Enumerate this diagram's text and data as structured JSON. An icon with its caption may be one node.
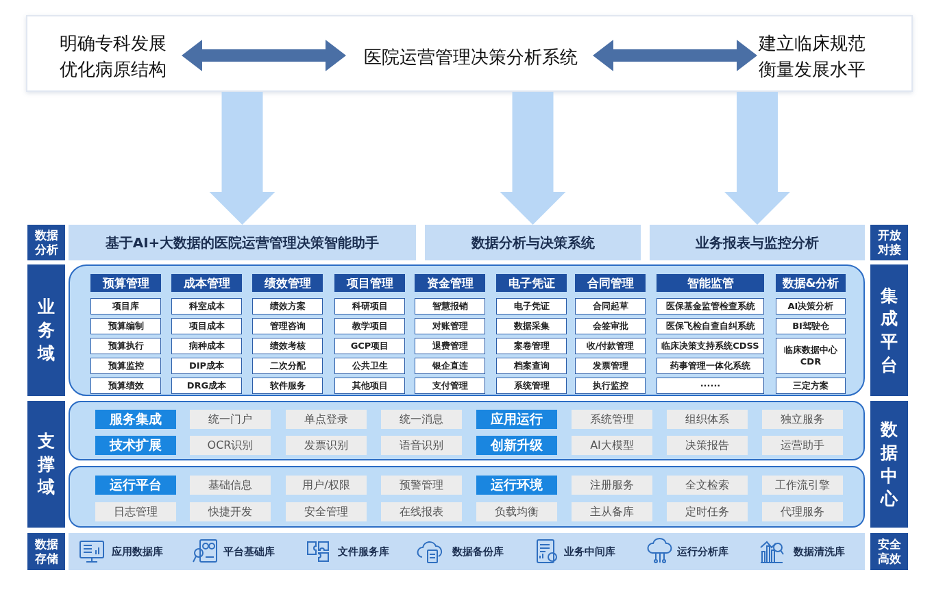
{
  "diagram": {
    "nodes": [
      {
        "text": [],
        "shape": "box"
      },
      {
        "text": [
          "明确专科发展优化病原结构"
        ],
        "in": 0
      },
      {
        "text": [
          "医院运营管理决策分析系统"
        ],
        "in": 0
      },
      {
        "text": [
          "建立临床规范衡量发展水平"
        ],
        "in": 0
      },
      {
        "text": [
          "数据分析"
        ]
      },
      {
        "text": [
          "基于AI+大数据的医院运营管理决策智能助手"
        ]
      },
      {
        "text": [
          "数据分析与决策系统"
        ]
      },
      {
        "text": [
          "业务报表与监控分析"
        ]
      },
      {
        "text": [
          "开放对接"
        ]
      },
      {
        "text": [
          "业务域"
        ]
      },
      {
        "text": [],
        "shape": "box"
      },
      {
        "text": [
          "预算管理"
        ],
        "in": 10
      },
      {
        "text": [
          "项目库"
        ],
        "in": 10
      },
      {
        "text": [
          "预算编制"
        ],
        "in": 10
      },
      {
        "text": [
          "预算执行"
        ],
        "in": 10
      },
      {
        "text": [
          "预算监控"
        ],
        "in": 10
      },
      {
        "text": [
          "预算绩效"
        ],
        "in": 10
      },
      {
        "text": [
          "成本管理"
        ],
        "in": 10
      },
      {
        "text": [
          "科室成本"
        ],
        "in": 10
      },
      {
        "text": [
          "项目成本"
        ],
        "in": 10
      },
      {
        "text": [
          "病种成本"
        ],
        "in": 10
      },
      {
        "text": [
          "DIP成本"
        ],
        "in": 10
      },
      {
        "text": [
          "DRG成本"
        ],
        "in": 10
      },
      {
        "text": [
          "绩效管理"
        ],
        "in": 10
      },
      {
        "text": [
          "绩效方案"
        ],
        "in": 10
      },
      {
        "text": [
          "管理咨询"
        ],
        "in": 10
      },
      {
        "text": [
          "绩效考核"
        ],
        "in": 10
      },
      {
        "text": [
          "二次分配"
        ],
        "in": 10
      },
      {
        "text": [
          "软件服务"
        ],
        "in": 10
      },
      {
        "text": [
          "项目管理"
        ],
        "in": 10
      },
      {
        "text": [
          "科研项目"
        ],
        "in": 10
      },
      {
        "text": [
          "教学项目"
        ],
        "in": 10
      },
      {
        "text": [
          "GCP项目"
        ],
        "in": 10
      },
      {
        "text": [
          "公共卫生"
        ],
        "in": 10
      },
      {
        "text": [
          "其他项目"
        ],
        "in": 10
      },
      {
        "text": [
          "资金管理"
        ],
        "in": 10
      },
      {
        "text": [
          "智慧报销"
        ],
        "in": 10
      },
      {
        "text": [
          "对账管理"
        ],
        "in": 10
      },
      {
        "text": [
          "退费管理"
        ],
        "in": 10
      },
      {
        "text": [
          "银企直连"
        ],
        "in": 10
      },
      {
        "text": [
          "支付管理"
        ],
        "in": 10
      },
      {
        "text": [
          "电子凭证"
        ],
        "in": 10
      },
      {
        "text": [
          "电子凭证"
        ],
        "in": 10
      },
      {
        "text": [
          "数据采集"
        ],
        "in": 10
      },
      {
        "text": [
          "案卷管理"
        ],
        "in": 10
      },
      {
        "text": [
          "档案查询"
        ],
        "in": 10
      },
      {
        "text": [
          "系统管理"
        ],
        "in": 10
      },
      {
        "text": [
          "合同管理"
        ],
        "in": 10
      },
      {
        "text": [
          "合同起草"
        ],
        "in": 10
      },
      {
        "text": [
          "会签审批"
        ],
        "in": 10
      },
      {
        "text": [
          "收/付款管理"
        ],
        "in": 10
      },
      {
        "text": [
          "发票管理"
        ],
        "in": 10
      },
      {
        "text": [
          "执行监控"
        ],
        "in": 10
      },
      {
        "text": [
          "智能监管"
        ],
        "in": 10
      },
      {
        "text": [
          "医保基金监管检查系统"
        ],
        "in": 10
      },
      {
        "text": [
          "医保飞检自查自纠系统"
        ],
        "in": 10
      },
      {
        "text": [
          "临床决策支持系统CDSS"
        ],
        "in": 10
      },
      {
        "text": [
          "药事管理一体化系统"
        ],
        "in": 10
      },
      {
        "text": [
          "······"
        ],
        "in": 10
      },
      {
        "text": [
          "数据&分析"
        ],
        "in": 10
      },
      {
        "text": [
          "AI决策分析"
        ],
        "in": 10
      },
      {
        "text": [
          "BI驾驶仓"
        ],
        "in": 10
      },
      {
        "text": [
          "临床数据中心 CDR"
        ],
        "in": 10
      },
      {
        "text": [
          "三定方案"
        ],
        "in": 10
      },
      {
        "text": [
          "集成平台"
        ]
      },
      {
        "text": [
          "支撑域"
        ]
      },
      {
        "text": [],
        "shape": "box"
      },
      {
        "text": [
          "服务集成"
        ],
        "in": 66
      },
      {
        "text": [
          "统一门户"
        ],
        "in": 66
      },
      {
        "text": [
          "单点登录"
        ],
        "in": 66
      },
      {
        "text": [
          "统一消息"
        ],
        "in": 66
      },
      {
        "text": [
          "应用运行"
        ],
        "in": 66
      },
      {
        "text": [
          "系统管理"
        ],
        "in": 66
      },
      {
        "text": [
          "组织体系"
        ],
        "in": 66
      },
      {
        "text": [
          "独立服务"
        ],
        "in": 66
      },
      {
        "text": [
          "技术扩展"
        ],
        "in": 66
      },
      {
        "text": [
          "OCR识别"
        ],
        "in": 66
      },
      {
        "text": [
          "发票识别"
        ],
        "in": 66
      },
      {
        "text": [
          "语音识别"
        ],
        "in": 66
      },
      {
        "text": [
          "创新升级"
        ],
        "in": 66
      },
      {
        "text": [
          "AI大模型"
        ],
        "in": 66
      },
      {
        "text": [
          "决策报告"
        ],
        "in": 66
      },
      {
        "text": [
          "运营助手"
        ],
        "in": 66
      },
      {
        "text": [],
        "shape": "box"
      },
      {
        "text": [
          "运行平台"
        ],
        "in": 83
      },
      {
        "text": [
          "基础信息"
        ],
        "in": 83
      },
      {
        "text": [
          "用户/权限"
        ],
        "in": 83
      },
      {
        "text": [
          "预警管理"
        ],
        "in": 83
      },
      {
        "text": [
          "运行环境"
        ],
        "in": 83
      },
      {
        "text": [
          "注册服务"
        ],
        "in": 83
      },
      {
        "text": [
          "全文检索"
        ],
        "in": 83
      },
      {
        "text": [
          "工作流引擎"
        ],
        "in": 83
      },
      {
        "text": [
          "日志管理"
        ],
        "in": 83
      },
      {
        "text": [
          "快捷开发"
        ],
        "in": 83
      },
      {
        "text": [
          "安全管理"
        ],
        "in": 83
      },
      {
        "text": [
          "在线报表"
        ],
        "in": 83
      },
      {
        "text": [
          "负载均衡"
        ],
        "in": 83
      },
      {
        "text": [
          "主从备库"
        ],
        "in": 83
      },
      {
        "text": [
          "定时任务"
        ],
        "in": 83
      },
      {
        "text": [
          "代理服务"
        ],
        "in": 83
      },
      {
        "text": [
          "数据中心"
        ]
      },
      {
        "text": [
          "数据存储"
        ]
      },
      {
        "text": [],
        "shape": "box"
      },
      {
        "text": [
          "应用数据库"
        ],
        "in": 102
      },
      {
        "text": [
          "平台基础库"
        ],
        "in": 102
      },
      {
        "text": [
          "文件服务库"
        ],
        "in": 102
      },
      {
        "text": [
          "数据备份库"
        ],
        "in": 102
      },
      {
        "text": [
          "业务中间库"
        ],
        "in": 102
      },
      {
        "text": [
          "运行分析库"
        ],
        "in": 102
      },
      {
        "text": [
          "数据清洗库"
        ],
        "in": 102
      },
      {
        "text": [
          "安全高效"
        ]
      }
    ],
    "edges": [
      {
        "from": 1,
        "to": 2,
        "arrow": "both",
        "color": "#4a6fa5"
      },
      {
        "from": 2,
        "to": 3,
        "arrow": "both",
        "color": "#4a6fa5"
      },
      {
        "from": 0,
        "to": 5,
        "arrow": "to"
      },
      {
        "from": 0,
        "to": 6,
        "arrow": "to"
      },
      {
        "from": 0,
        "to": 7,
        "arrow": "to"
      }
    ]
  }
}
